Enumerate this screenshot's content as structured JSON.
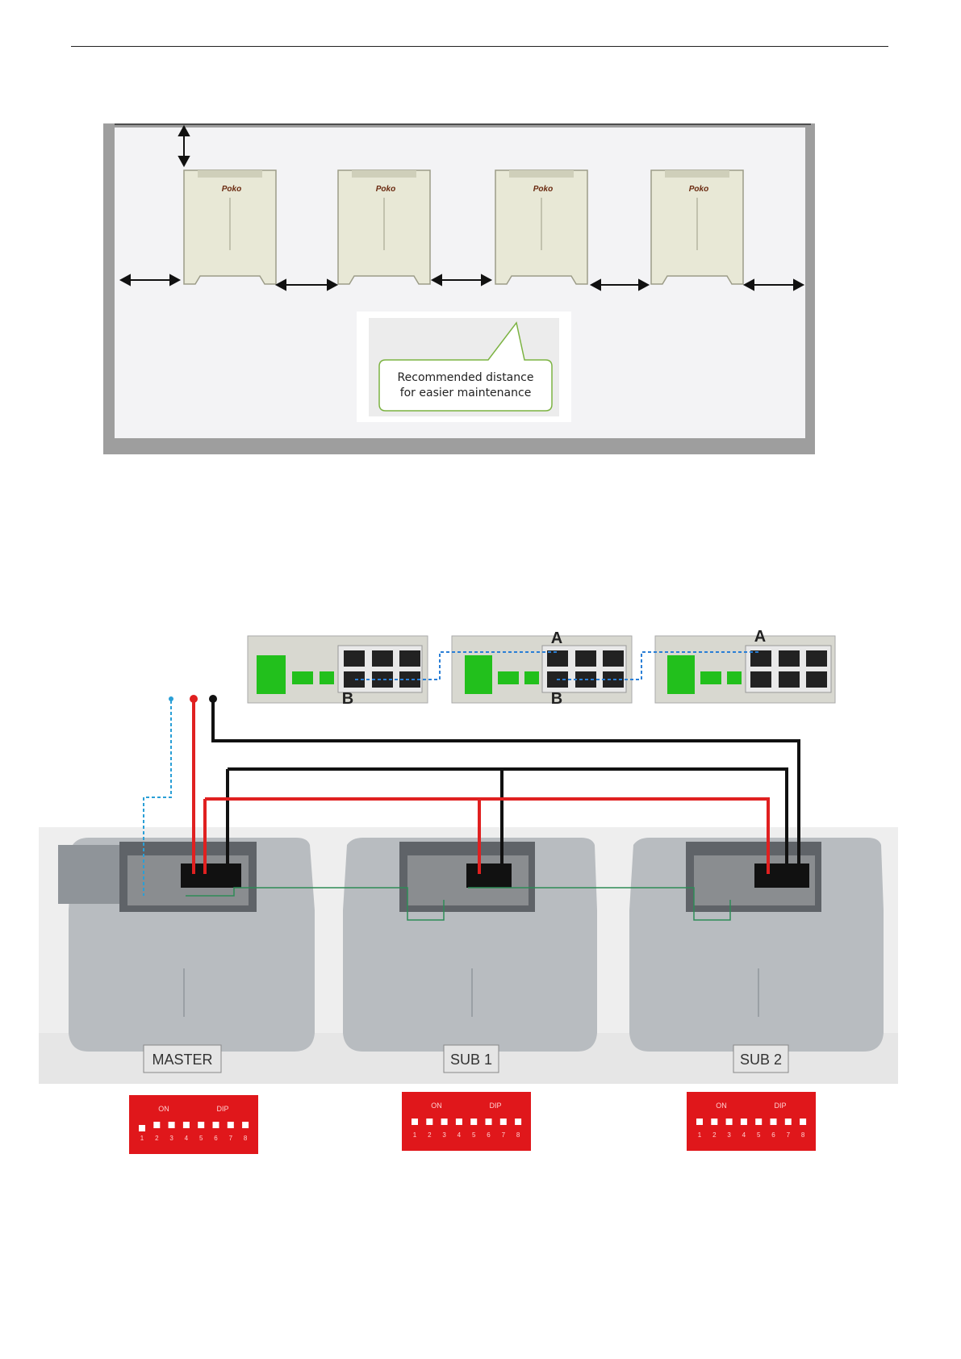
{
  "figure1": {
    "brand_logo": "Poko",
    "units": [
      "Poko",
      "Poko",
      "Poko",
      "Poko"
    ],
    "callout": {
      "line1": "Recommended distance",
      "line2": "for easier maintenance"
    }
  },
  "figure2": {
    "port_labels": {
      "unit1_b": "B",
      "unit2_a": "A",
      "unit2_b": "B",
      "unit3_a": "A"
    },
    "batteries": [
      {
        "label": "MASTER"
      },
      {
        "label": "SUB 1"
      },
      {
        "label": "SUB 2"
      }
    ],
    "dip_switches": [
      {
        "on_label": "ON",
        "dip_label": "DIP",
        "numbers": [
          "1",
          "2",
          "3",
          "4",
          "5",
          "6",
          "7",
          "8"
        ],
        "state": "switch 1 down"
      },
      {
        "on_label": "ON",
        "dip_label": "DIP",
        "numbers": [
          "1",
          "2",
          "3",
          "4",
          "5",
          "6",
          "7",
          "8"
        ],
        "state": "all up"
      },
      {
        "on_label": "ON",
        "dip_label": "DIP",
        "numbers": [
          "1",
          "2",
          "3",
          "4",
          "5",
          "6",
          "7",
          "8"
        ],
        "state": "all up"
      }
    ],
    "wire_colors": {
      "positive": "#e02020",
      "negative": "#111111",
      "comm": "#2a9fd6",
      "link": "#2e8b57"
    }
  }
}
